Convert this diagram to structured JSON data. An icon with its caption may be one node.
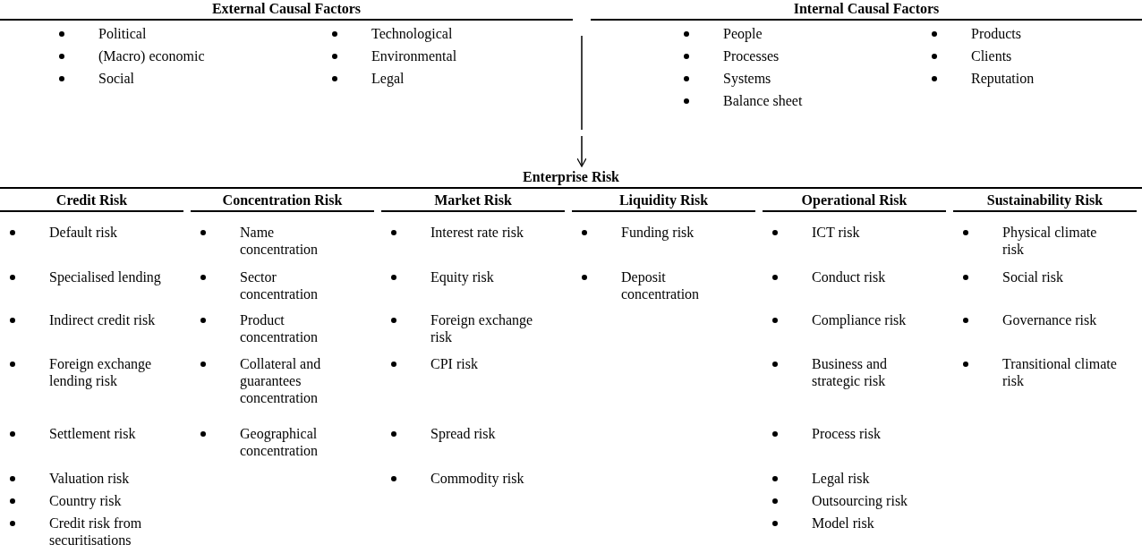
{
  "diagram": {
    "nodes": [
      {
        "text": [
          "External Causal Factors",
          "Political",
          "(Macro) economic",
          "Social",
          "Technological",
          "Environmental",
          "Legal"
        ]
      },
      {
        "text": [
          "Internal Causal Factors",
          "People",
          "Processes",
          "Systems",
          "Balance sheet",
          "Products",
          "Clients",
          "Reputation"
        ]
      },
      {
        "text": [
          "Enterprise Risk"
        ]
      },
      {
        "text": [
          "Credit Risk",
          "Default risk",
          "Specialised lending",
          "Indirect credit risk",
          "Foreign exchange lending risk",
          "Settlement risk",
          "Valuation risk",
          "Country risk",
          "Credit risk from securitisations"
        ],
        "in": 2
      },
      {
        "text": [
          "Concentration Risk",
          "Name concentration",
          "Sector concentration",
          "Product concentration",
          "Collateral and guarantees concentration",
          "Geographical concentration"
        ],
        "in": 2
      },
      {
        "text": [
          "Market Risk",
          "Interest rate risk",
          "Equity risk",
          "Foreign exchange risk",
          "CPI risk",
          "Spread risk",
          "Commodity risk"
        ],
        "in": 2
      },
      {
        "text": [
          "Liquidity Risk",
          "Funding risk",
          "Deposit concentration"
        ],
        "in": 2
      },
      {
        "text": [
          "Operational Risk",
          "ICT risk",
          "Conduct risk",
          "Compliance risk",
          "Business and strategic risk",
          "Process risk",
          "Legal risk",
          "Outsourcing risk",
          "Model risk"
        ],
        "in": 2
      },
      {
        "text": [
          "Sustainability Risk",
          "Physical climate risk",
          "Social risk",
          "Governance risk",
          "Transitional climate risk"
        ],
        "in": 2
      }
    ],
    "edges": [
      {
        "from": null,
        "to": 2,
        "arrow": "to"
      }
    ]
  }
}
